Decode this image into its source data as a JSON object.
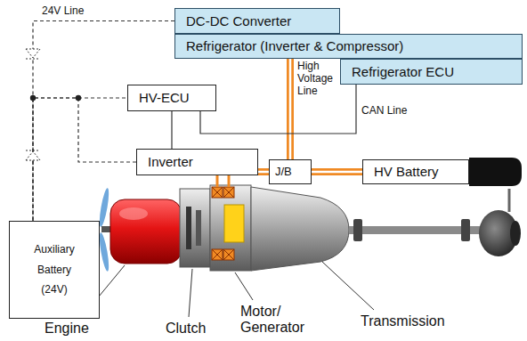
{
  "diagram": {
    "nodes": [
      {
        "text": [
          "DC-DC Converter"
        ]
      },
      {
        "text": [
          "Refrigerator (Inverter & Compressor)"
        ]
      },
      {
        "text": [
          "Refrigerator ECU"
        ]
      },
      {
        "text": [
          "HV-ECU"
        ]
      },
      {
        "text": [
          "Inverter"
        ]
      },
      {
        "text": [
          "J/B"
        ]
      },
      {
        "text": [
          "HV Battery"
        ]
      },
      {
        "text": [
          "Auxiliary Battery (24V)"
        ]
      }
    ],
    "edges": [
      {
        "from": 1,
        "to": 5,
        "arrow": "none"
      },
      {
        "from": 4,
        "to": 5,
        "arrow": "none"
      },
      {
        "from": 5,
        "to": 6,
        "arrow": "none"
      },
      {
        "from": 3,
        "to": 4,
        "arrow": "none"
      },
      {
        "from": 2,
        "to": 3,
        "arrow": "none"
      },
      {
        "from": 0,
        "to": 7,
        "arrow": "none"
      },
      {
        "from": 7,
        "to": 3,
        "arrow": "none"
      },
      {
        "from": 7,
        "to": 4,
        "arrow": "none"
      }
    ],
    "labels": [
      "24V Line",
      "High Voltage Line",
      "CAN Line",
      "Engine",
      "Clutch",
      "Motor/ Generator",
      "Transmission"
    ]
  }
}
